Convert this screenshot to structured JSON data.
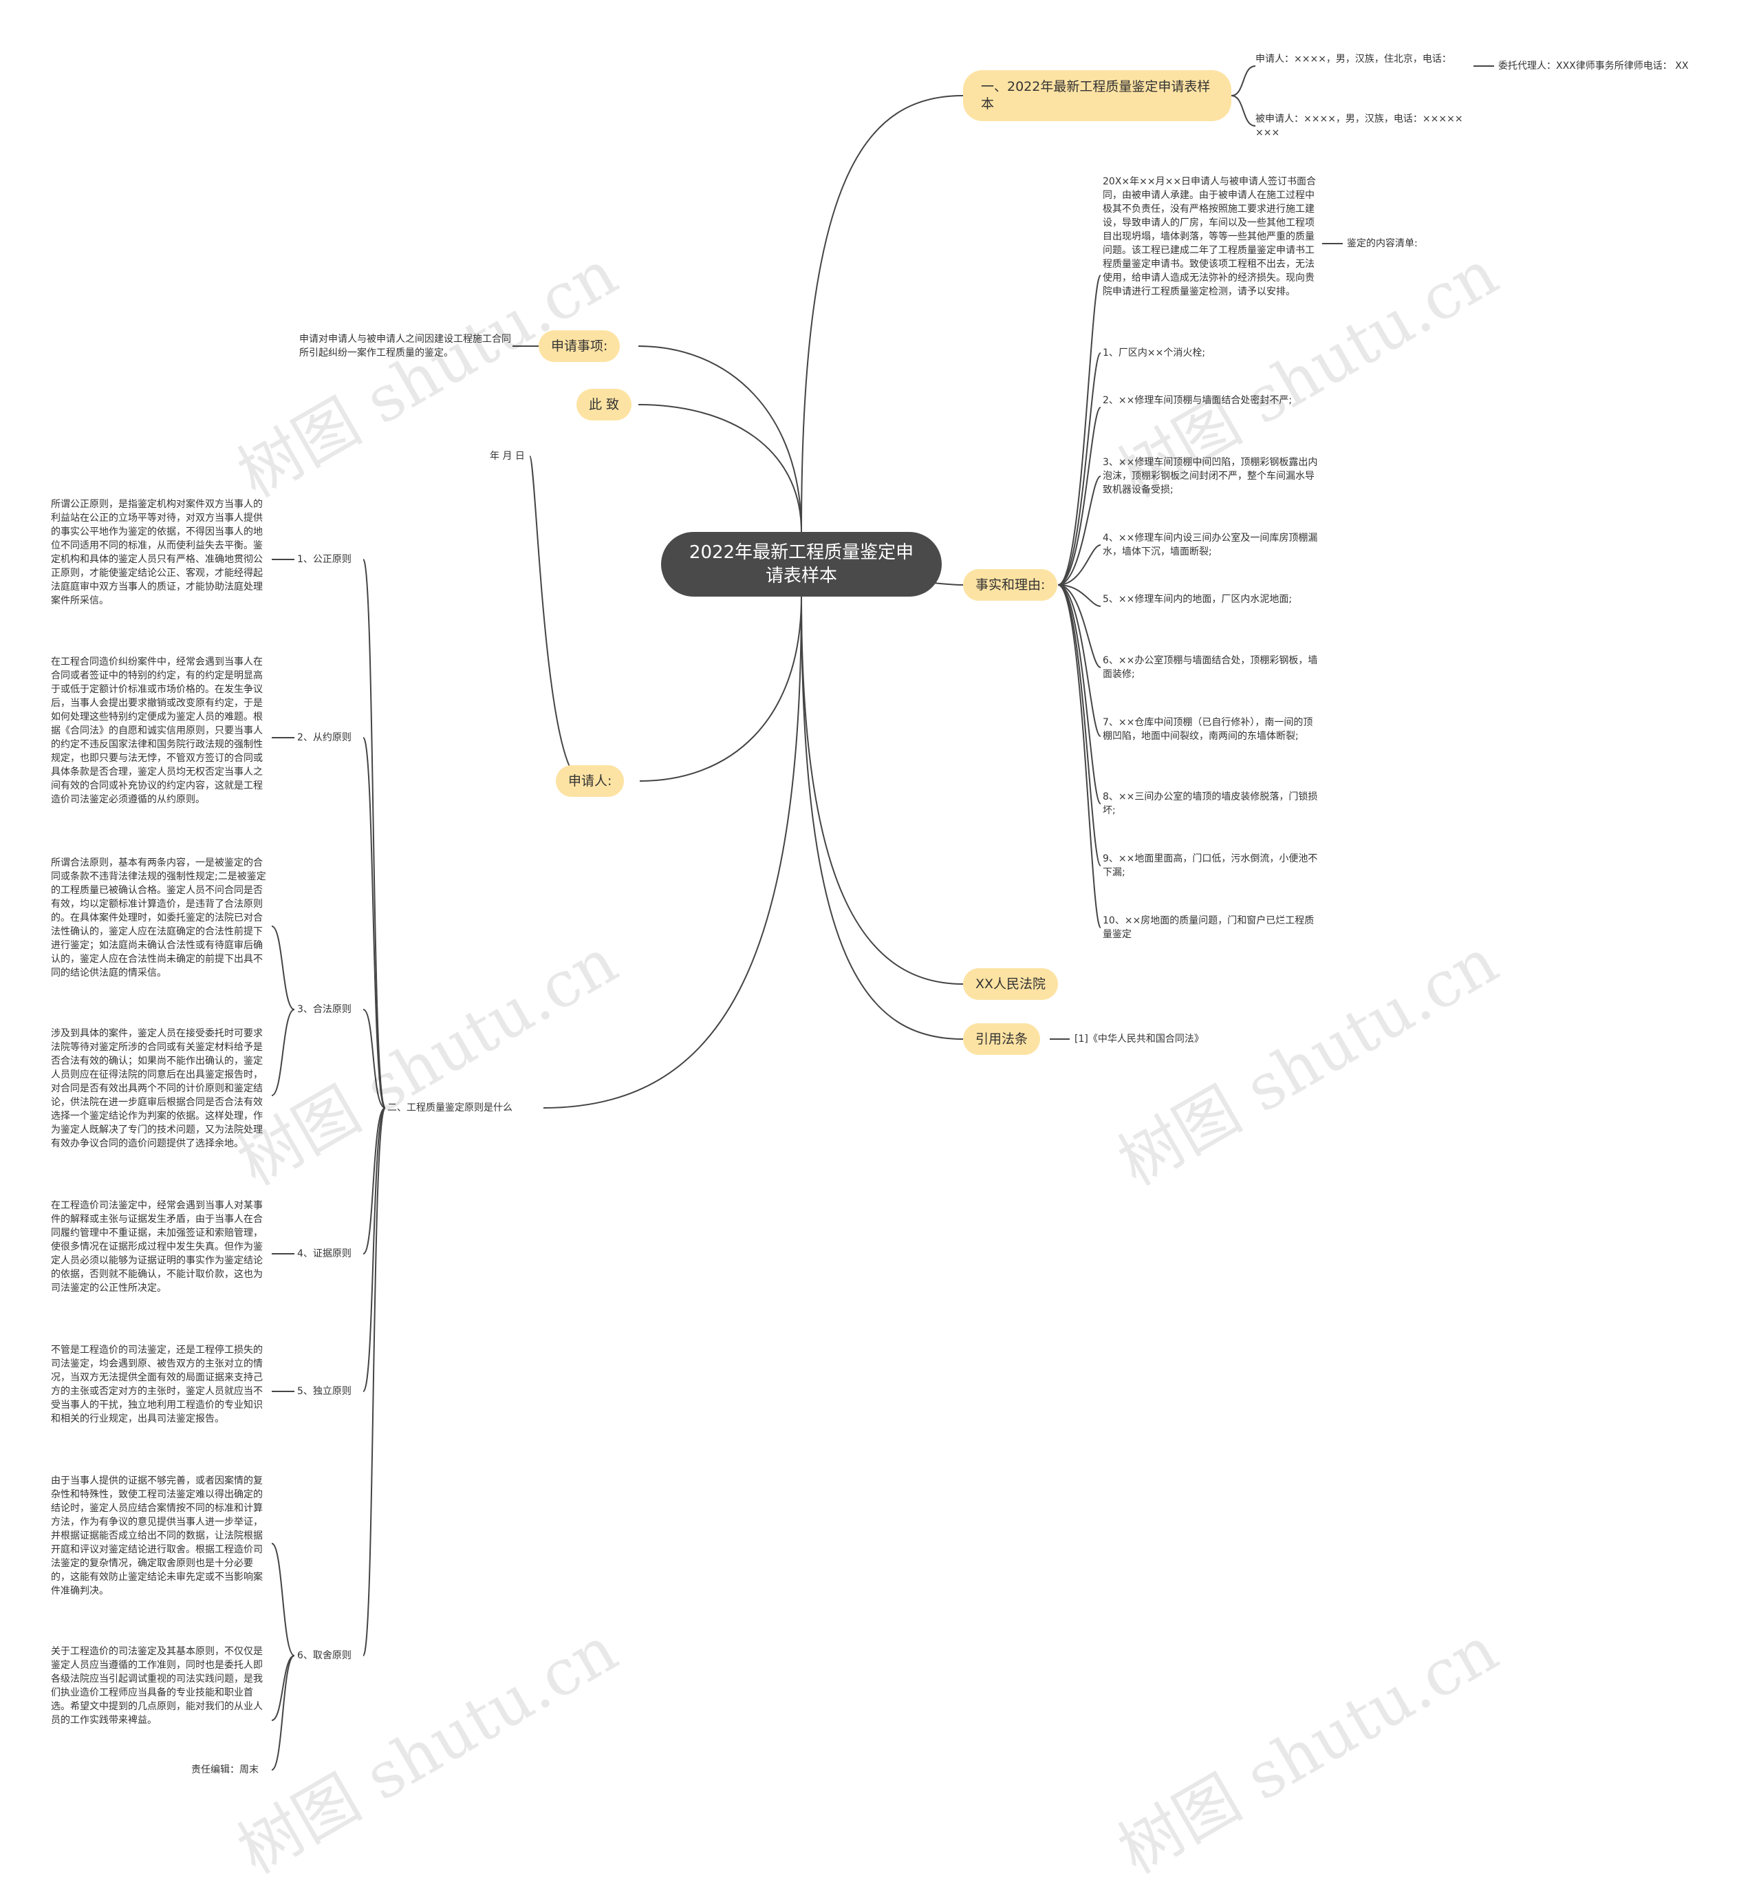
{
  "root": {
    "title": "2022年最新工程质量鉴定申请表样本"
  },
  "sample": {
    "label": "一、2022年最新工程质量鉴定申请表样本",
    "applicant": "申请人：××××，男，汉族，住北京，电话：",
    "agent": "委托代理人：XXX律师事务所律师电话： XX",
    "respondent": "被申请人：××××，男，汉族，电话：××××××××"
  },
  "matter": {
    "label": "申请事项:",
    "text": "申请对申请人与被申请人之间因建设工程施工合同所引起纠纷一案作工程质量的鉴定。"
  },
  "closing": {
    "label": "此 致"
  },
  "applicant": {
    "label": "申请人:",
    "date": "年 月 日"
  },
  "facts": {
    "label": "事实和理由:",
    "intro": "20X×年××月××日申请人与被申请人签订书面合同，由被申请人承建。由于被申请人在施工过程中极其不负责任，没有严格按照施工要求进行施工建设，导致申请人的厂房，车间以及一些其他工程项目出现坍塌，墙体剥落，等等一些其他严重的质量问题。该工程已建成二年了工程质量鉴定申请书工程质量鉴定申请书。致使该项工程租不出去，无法使用，给申请人造成无法弥补的经济损失。现向贵院申请进行工程质量鉴定检测，请予以安排。",
    "list_label": "鉴定的内容清单:",
    "items": [
      "1、厂区内××个消火栓;",
      "2、××修理车间顶棚与墙面结合处密封不严;",
      "3、××修理车间顶棚中间凹陷，顶棚彩钢板露出内泡沫，顶棚彩钢板之间封闭不严，整个车间漏水导致机器设备受损;",
      "4、××修理车间内设三间办公室及一间库房顶棚漏水，墙体下沉，墙面断裂;",
      "5、××修理车间内的地面，厂区内水泥地面;",
      "6、××办公室顶棚与墙面结合处，顶棚彩钢板，墙面装修;",
      "7、××仓库中间顶棚（已自行修补），南一间的顶棚凹陷，地面中间裂纹，南两间的东墙体断裂;",
      "8、××三间办公室的墙顶的墙皮装修脱落，门锁损坏;",
      "9、××地面里面高，门口低，污水倒流，小便池不下漏;",
      "10、××房地面的质量问题，门和窗户已烂工程质量鉴定"
    ]
  },
  "court": {
    "label": "XX人民法院"
  },
  "law": {
    "label": "引用法条",
    "ref": "[1]《中华人民共和国合同法》"
  },
  "principles": {
    "label": "二、工程质量鉴定原则是什么",
    "items": [
      {
        "name": "1、公正原则",
        "texts": [
          "所谓公正原则，是指鉴定机构对案件双方当事人的利益站在公正的立场平等对待，对双方当事人提供的事实公平地作为鉴定的依据，不得因当事人的地位不同适用不同的标准，从而使利益失去平衡。鉴定机构和具体的鉴定人员只有严格、准确地贯彻公正原则，才能使鉴定结论公正、客观，才能经得起法庭庭审中双方当事人的质证，才能协助法庭处理案件所采信。"
        ]
      },
      {
        "name": "2、从约原则",
        "texts": [
          "在工程合同造价纠纷案件中，经常会遇到当事人在合同或者签证中的特别的约定，有的约定是明显高于或低于定额计价标准或市场价格的。在发生争议后，当事人会提出要求撤销或改变原有约定，于是如何处理这些特别约定便成为鉴定人员的难题。根据《合同法》的自愿和诚实信用原则，只要当事人的约定不违反国家法律和国务院行政法规的强制性规定，也即只要与法无悖，不管双方签订的合同或具体条款是否合理，鉴定人员均无权否定当事人之间有效的合同或补充协议的约定内容，这就是工程造价司法鉴定必须遵循的从约原则。"
        ]
      },
      {
        "name": "3、合法原则",
        "texts": [
          "所谓合法原则，基本有两条内容，一是被鉴定的合同或条款不违背法律法规的强制性规定;二是被鉴定的工程质量已被确认合格。鉴定人员不问合同是否有效，均以定额标准计算造价，是违背了合法原则的。在具体案件处理时，如委托鉴定的法院已对合法性确认的，鉴定人应在法庭确定的合法性前提下进行鉴定；如法庭尚未确认合法性或有待庭审后确认的，鉴定人应在合法性尚未确定的前提下出具不同的结论供法庭的情采信。",
          "涉及到具体的案件，鉴定人员在接受委托时可要求法院等待对鉴定所涉的合同或有关鉴定材料给予是否合法有效的确认；如果尚不能作出确认的，鉴定人员则应在征得法院的同意后在出具鉴定报告时，对合同是否有效出具两个不同的计价原则和鉴定结论，供法院在进一步庭审后根据合同是否合法有效选择一个鉴定结论作为判案的依据。这样处理，作为鉴定人既解决了专门的技术问题，又为法院处理有效办争议合同的造价问题提供了选择余地。"
        ]
      },
      {
        "name": "4、证据原则",
        "texts": [
          "在工程造价司法鉴定中，经常会遇到当事人对某事件的解释或主张与证据发生矛盾，由于当事人在合同履约管理中不重证据，未加强签证和索赔管理，使很多情况在证据形成过程中发生失真。但作为鉴定人员必须以能够为证据证明的事实作为鉴定结论的依据，否则就不能确认，不能计取价款，这也为司法鉴定的公正性所决定。"
        ]
      },
      {
        "name": "5、独立原则",
        "texts": [
          "不管是工程造价的司法鉴定，还是工程停工损失的司法鉴定，均会遇到原、被告双方的主张对立的情况，当双方无法提供全面有效的局面证据来支持己方的主张或否定对方的主张时，鉴定人员就应当不受当事人的干扰，独立地利用工程造价的专业知识和相关的行业规定，出具司法鉴定报告。"
        ]
      },
      {
        "name": "6、取舍原则",
        "texts": [
          "由于当事人提供的证据不够完善，或者因案情的复杂性和特殊性，致使工程司法鉴定难以得出确定的结论时，鉴定人员应结合案情按不同的标准和计算方法，作为有争议的意见提供当事人进一步举证，并根据证据能否成立给出不同的数据，让法院根据开庭和评议对鉴定结论进行取舍。根据工程造价司法鉴定的复杂情况，确定取舍原则也是十分必要的，这能有效防止鉴定结论未审先定或不当影响案件准确判决。",
          "关于工程造价的司法鉴定及其基本原则，不仅仅是鉴定人员应当遵循的工作准则，同时也是委托人即各级法院应当引起调试重视的司法实践问题，是我们执业造价工程师应当具备的专业技能和职业首选。希望文中提到的几点原则，能对我们的从业人员的工作实践带来裨益。",
          "责任编辑：周末"
        ]
      }
    ]
  },
  "watermark": "树图 shutu.cn"
}
